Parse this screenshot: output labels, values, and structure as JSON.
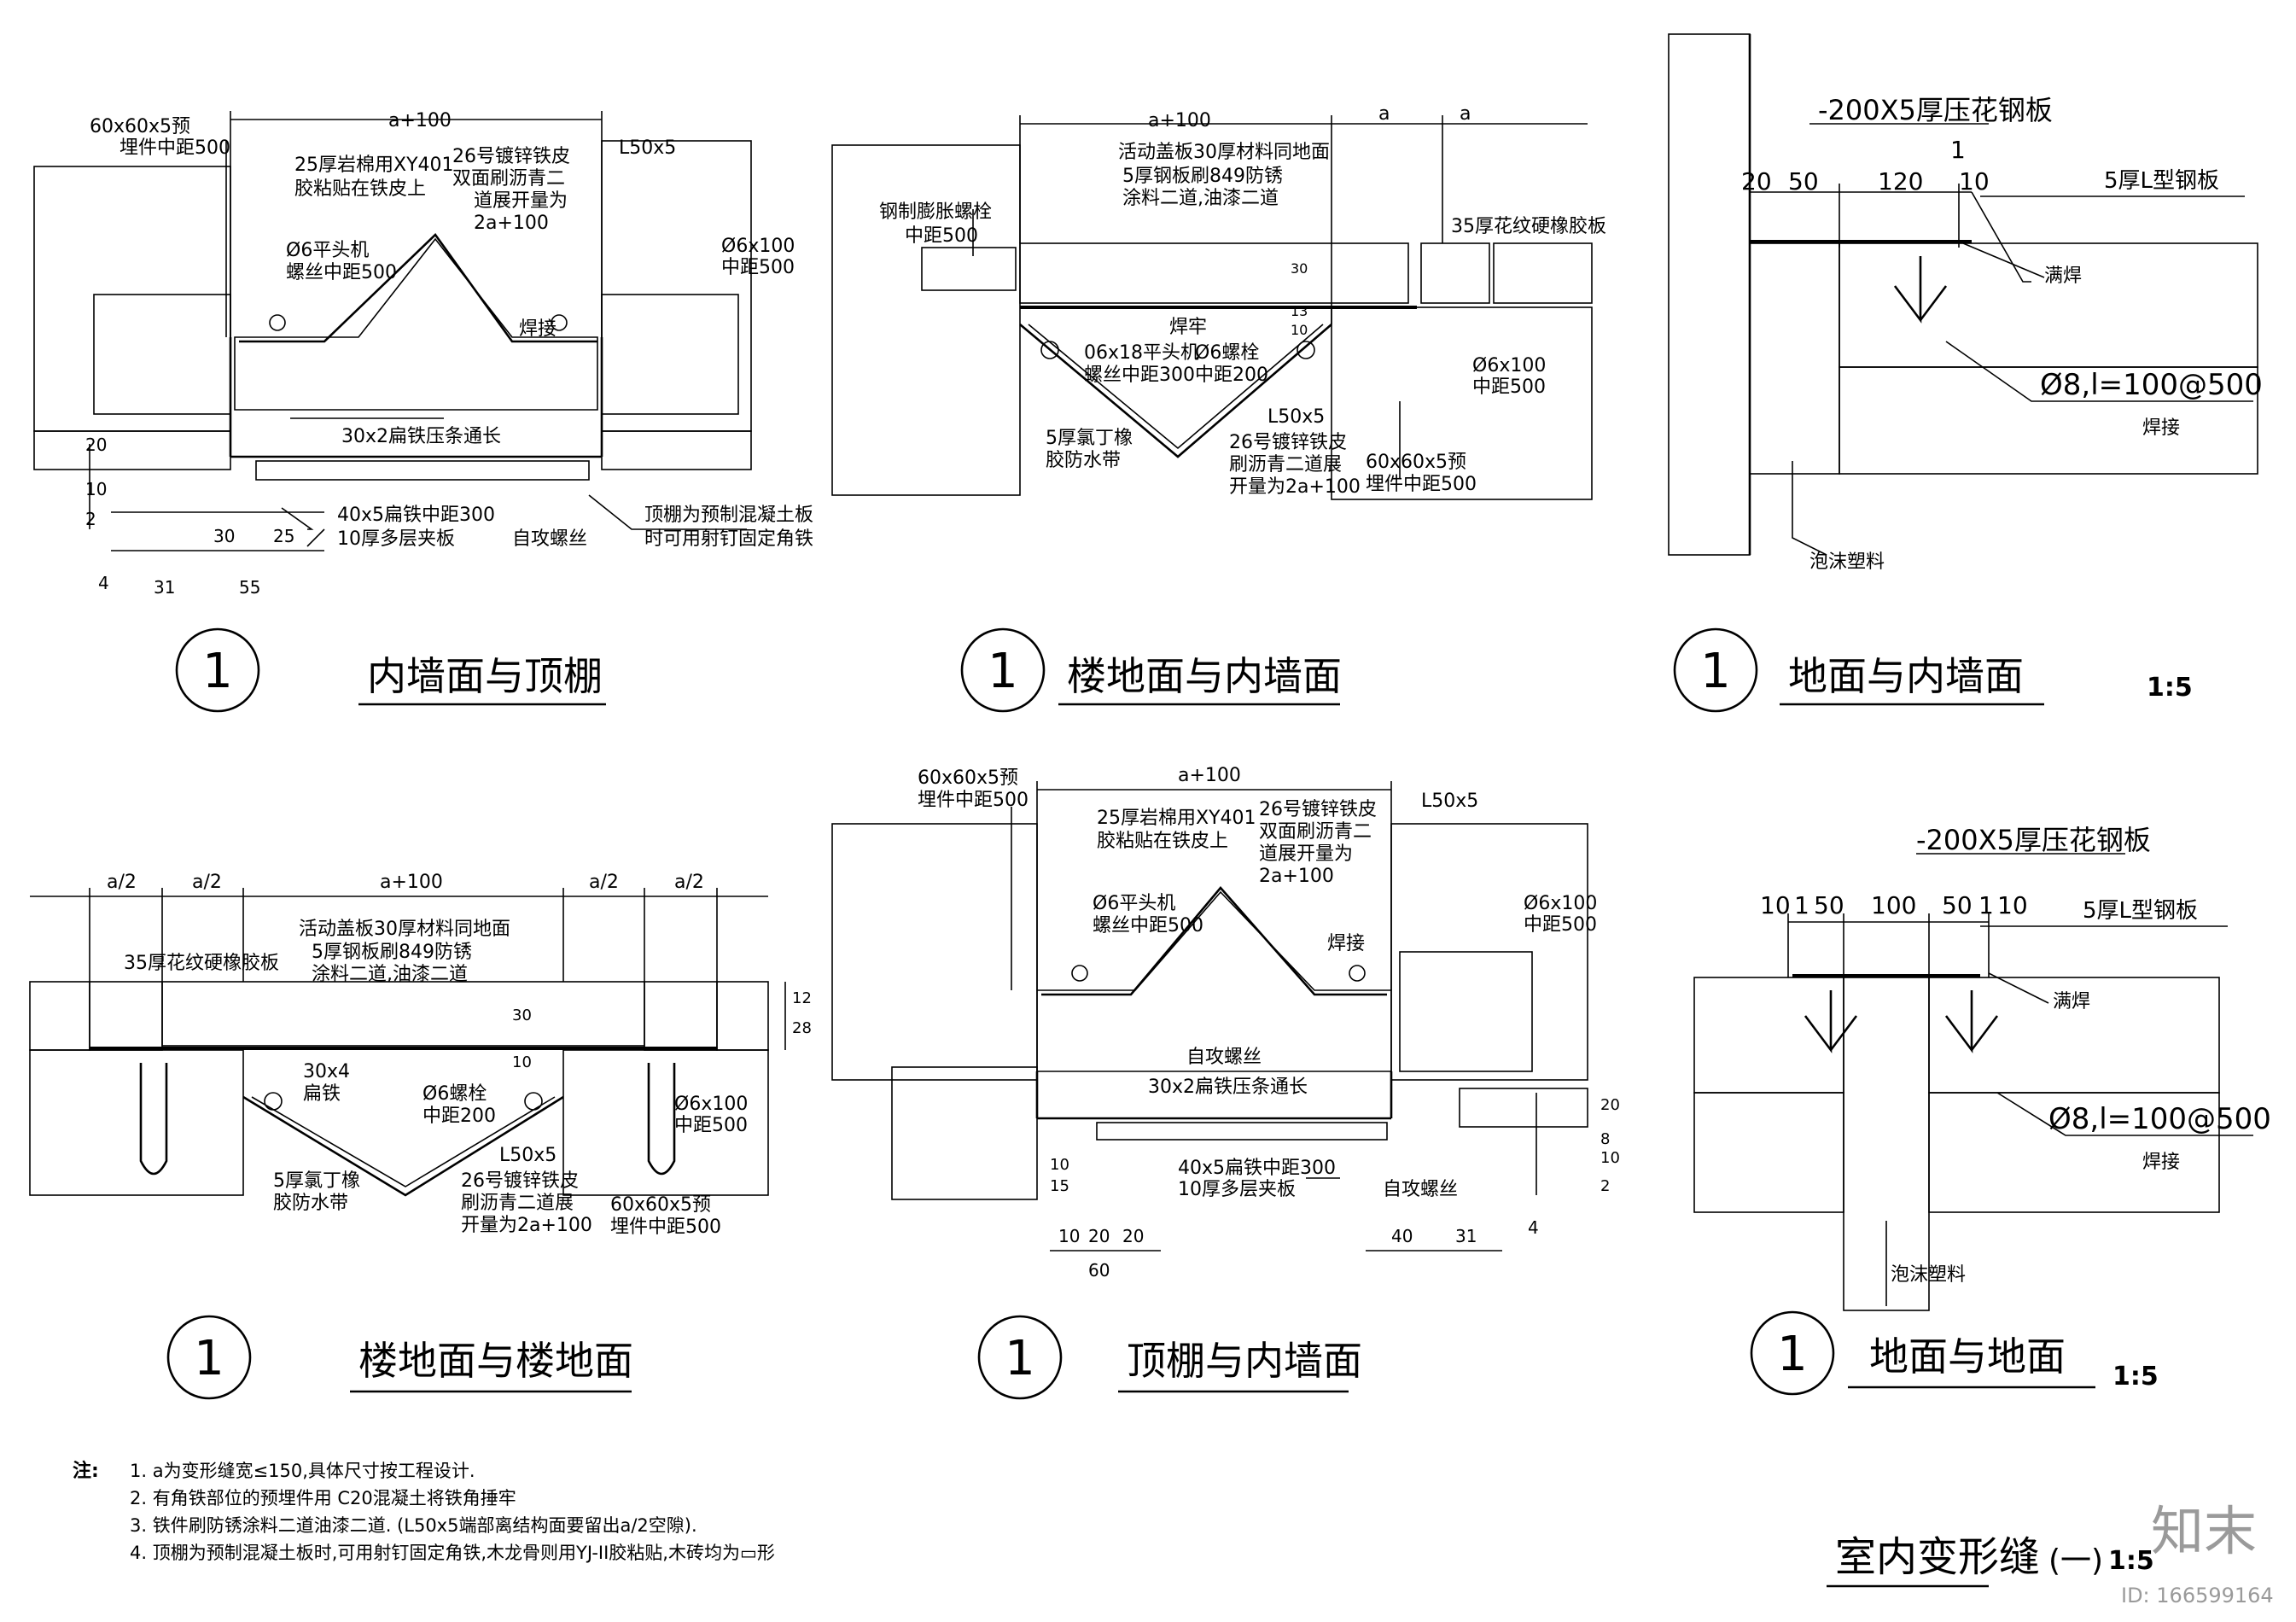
{
  "sheet": {
    "main_title": "室内变形缝",
    "main_title_suffix": "(一)",
    "main_title_scale": "1:5",
    "notes_heading": "注:",
    "notes": [
      "1. a为变形缝宽≤150,具体尺寸按工程设计.",
      "2. 有角铁部位的预埋件用 C20混凝土将铁角捶牢",
      "3. 铁件刷防锈涂料二道油漆二道. (L50x5端部离结构面要留出a/2空隙).",
      "4. 顶棚为预制混凝土板时,可用射钉固定角铁,木龙骨则用YJ-II胶粘贴,木砖均为▭形"
    ],
    "watermark": {
      "logo": "知末",
      "id": "ID: 166599164"
    }
  },
  "details": [
    {
      "index_symbol": "1",
      "title": "内墙面与顶棚",
      "labels": {
        "embed_plate": "60x60x5预",
        "embed_plate_2": "埋件中距500",
        "width_top": "a+100",
        "rockwool": "25厚岩棉用XY401",
        "rockwool_2": "胶粘贴在铁皮上",
        "sheet_metal": "26号镀锌铁皮",
        "sheet_metal_2": "双面刷沥青二",
        "sheet_metal_3": "道展开量为",
        "sheet_metal_4": "2a+100",
        "angle": "L50x5",
        "anchor": "Ø6x100",
        "anchor_2": "中距500",
        "screw": "Ø6平头机",
        "screw_2": "螺丝中距500",
        "weld": "焊接",
        "strip": "30x2扁铁压条通长",
        "flat_bar": "40x5扁铁中距300",
        "plywood": "10厚多层夹板",
        "self_tap": "自攻螺丝",
        "ceiling_note": "顶棚为预制混凝土板",
        "ceiling_note_2": "时可用射钉固定角铁",
        "dims": [
          "20",
          "10",
          "2",
          "30",
          "25",
          "4",
          "31",
          "55"
        ]
      }
    },
    {
      "index_symbol": "1",
      "title": "楼地面与内墙面",
      "labels": {
        "width_top": "a+100",
        "a1": "a",
        "a2": "a",
        "cover": "活动盖板30厚材料同地面",
        "steel_plate": "5厚钢板刷849防锈",
        "steel_plate_2": "涂料二道,油漆二道",
        "exp_bolt": "钢制膨胀螺栓",
        "exp_bolt_2": "中距500",
        "rubber": "35厚花纹硬橡胶板",
        "weld": "焊牢",
        "screw": "06x18平头机",
        "screw_2": "螺丝中距300",
        "bolt": "Ø6螺栓",
        "bolt_2": "中距200",
        "angle": "L50x5",
        "anchor": "Ø6x100",
        "anchor_2": "中距500",
        "neoprene": "5厚氯丁橡",
        "neoprene_2": "胶防水带",
        "sheet_metal": "26号镀锌铁皮",
        "sheet_metal_2": "刷沥青二道展",
        "sheet_metal_3": "开量为2a+100",
        "embed_plate": "60x60x5预",
        "embed_plate_2": "埋件中距500",
        "dims": [
          "30",
          "13",
          "10"
        ]
      }
    },
    {
      "index_symbol": "1",
      "title": "地面与内墙面",
      "scale": "1:5",
      "labels": {
        "plate": "-200X5厚压花钢板",
        "steel": "5厚L型钢板",
        "full_weld": "满焊",
        "rebar": "Ø8,l=100@500",
        "rebar_weld": "焊接",
        "foam": "泡沫塑料",
        "dims": [
          "1",
          "20",
          "50",
          "120",
          "10"
        ]
      }
    },
    {
      "index_symbol": "1",
      "title": "楼地面与楼地面",
      "labels": {
        "dims_top": [
          "a/2",
          "a/2",
          "a+100",
          "a/2",
          "a/2"
        ],
        "cover": "活动盖板30厚材料同地面",
        "steel_plate": "5厚钢板刷849防锈",
        "steel_plate_2": "涂料二道,油漆二道",
        "rubber": "35厚花纹硬橡胶板",
        "flat_bar": "30x4",
        "flat_bar_2": "扁铁",
        "bolt": "Ø6螺栓",
        "bolt_2": "中距200",
        "angle": "L50x5",
        "anchor": "Ø6x100",
        "anchor_2": "中距500",
        "neoprene": "5厚氯丁橡",
        "neoprene_2": "胶防水带",
        "sheet_metal": "26号镀锌铁皮",
        "sheet_metal_2": "刷沥青二道展",
        "sheet_metal_3": "开量为2a+100",
        "embed_plate": "60x60x5预",
        "embed_plate_2": "埋件中距500",
        "dims_side": [
          "12",
          "28",
          "30",
          "10"
        ]
      }
    },
    {
      "index_symbol": "1",
      "title": "顶棚与内墙面",
      "labels": {
        "embed_plate": "60x60x5预",
        "embed_plate_2": "埋件中距500",
        "width_top": "a+100",
        "angle": "L50x5",
        "rockwool": "25厚岩棉用XY401",
        "rockwool_2": "胶粘贴在铁皮上",
        "sheet_metal": "26号镀锌铁皮",
        "sheet_metal_2": "双面刷沥青二",
        "sheet_metal_3": "道展开量为",
        "sheet_metal_4": "2a+100",
        "screw": "Ø6平头机",
        "screw_2": "螺丝中距500",
        "anchor": "Ø6x100",
        "anchor_2": "中距500",
        "weld": "焊接",
        "self_tap": "自攻螺丝",
        "strip": "30x2扁铁压条通长",
        "flat_bar": "40x5扁铁中距300",
        "plywood": "10厚多层夹板",
        "self_tap_2": "自攻螺丝",
        "dims_bottom": [
          "10",
          "20",
          "20",
          "60",
          "40",
          "31",
          "4"
        ],
        "dims_side": [
          "20",
          "8",
          "10",
          "2",
          "10",
          "15"
        ]
      }
    },
    {
      "index_symbol": "1",
      "title": "地面与地面",
      "scale": "1:5",
      "labels": {
        "plate": "-200X5厚压花钢板",
        "steel": "5厚L型钢板",
        "full_weld": "满焊",
        "rebar": "Ø8,l=100@500",
        "rebar_weld": "焊接",
        "foam": "泡沫塑料",
        "dims": [
          "10",
          "1",
          "50",
          "100",
          "50",
          "1",
          "10"
        ]
      }
    }
  ]
}
